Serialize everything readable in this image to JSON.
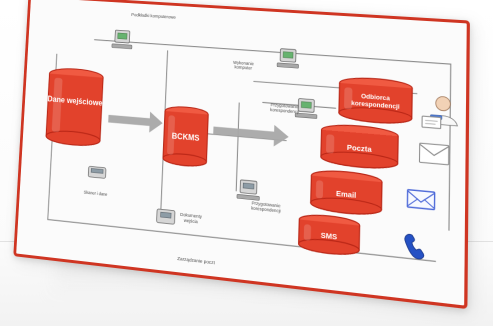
{
  "diagram": {
    "title_top": "Podkładki komputerowe",
    "title_left_top": "",
    "nodes": {
      "source_db": "Dane wejściowe",
      "center_db": "BCKMS",
      "right_top_db": "Odbiorca\nkorespondencji",
      "right_mid_db": "Poczta",
      "right_third_db": "Email",
      "right_bottom_db": "SMS"
    },
    "labels": {
      "small_left": "Skaner i dane",
      "middle_top": "Wykonanie\nkomputer",
      "middle_right": "Przygotowanie\nkorespondencji",
      "lower_center": "Dokumenty\nwejścia",
      "lower_right": "Przygotowanie\nkorespondencji",
      "bottom": "Zarządzanie poczt"
    },
    "icons": {
      "top_computer": "computer-icon",
      "top_center_computer": "computer-icon",
      "middle_computer": "computer-icon",
      "left_small_device": "scanner-icon",
      "lower_center_device": "printer-icon",
      "lower_right_device": "computer-icon",
      "person": "person-icon",
      "letter": "mail-icon",
      "envelope": "envelope-icon",
      "phone": "phone-icon"
    },
    "colors": {
      "accent": "#d8432d",
      "frame": "#cf3522",
      "line": "#8d8d8d",
      "arrow": "#a8a8a8"
    }
  }
}
